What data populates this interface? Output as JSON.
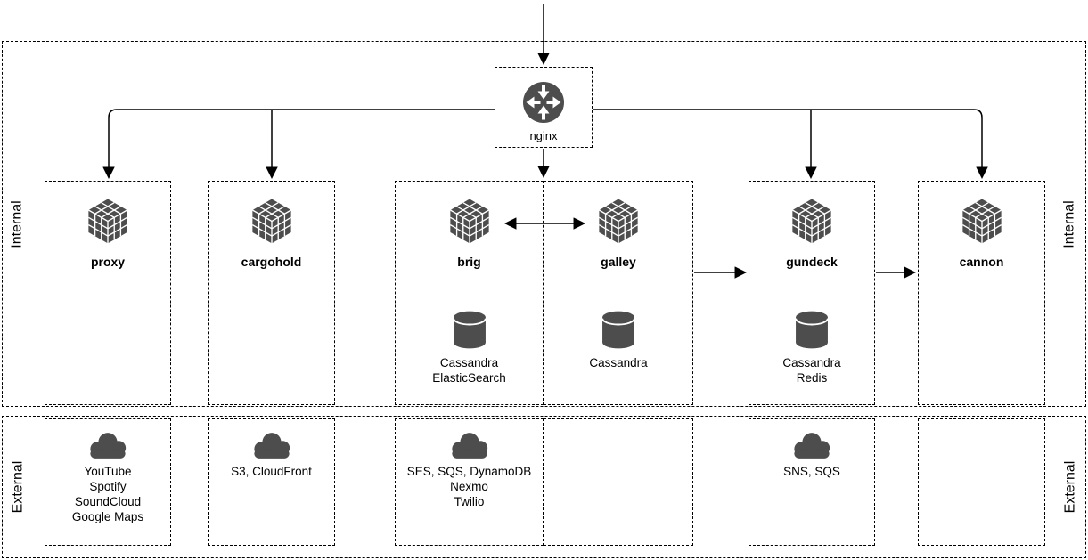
{
  "regions": {
    "internal": "Internal",
    "external": "External"
  },
  "router": {
    "label": "nginx"
  },
  "services": [
    {
      "name": "proxy",
      "datastores": [],
      "external": [
        "YouTube",
        "Spotify",
        "SoundCloud",
        "Google Maps"
      ]
    },
    {
      "name": "cargohold",
      "datastores": [],
      "external": [
        "S3, CloudFront"
      ]
    },
    {
      "name": "brig",
      "datastores": [
        "Cassandra",
        "ElasticSearch"
      ],
      "external": [
        "SES, SQS, DynamoDB",
        "Nexmo",
        "Twilio"
      ]
    },
    {
      "name": "galley",
      "datastores": [
        "Cassandra"
      ],
      "external": []
    },
    {
      "name": "gundeck",
      "datastores": [
        "Cassandra",
        "Redis"
      ],
      "external": [
        "SNS, SQS"
      ]
    },
    {
      "name": "cannon",
      "datastores": [],
      "external": []
    }
  ],
  "connections": [
    {
      "from": "client-top",
      "to": "nginx"
    },
    {
      "from": "nginx",
      "to": "proxy"
    },
    {
      "from": "nginx",
      "to": "cargohold"
    },
    {
      "from": "nginx",
      "to": "brig-galley"
    },
    {
      "from": "nginx",
      "to": "gundeck"
    },
    {
      "from": "nginx",
      "to": "cannon"
    },
    {
      "from": "brig",
      "to": "galley",
      "bidirectional": true
    },
    {
      "from": "galley",
      "to": "gundeck"
    },
    {
      "from": "gundeck",
      "to": "cannon"
    }
  ],
  "colors": {
    "icon_gray": "#4d4d4d",
    "line": "#000000",
    "background": "#ffffff"
  }
}
